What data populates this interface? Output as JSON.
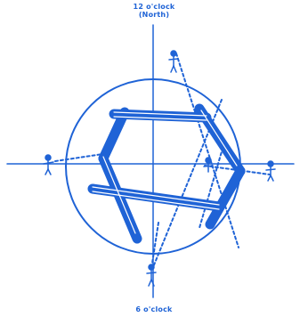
{
  "labels": {
    "top_line1": "12 o'clock",
    "top_line2": "(North)",
    "bottom": "6 o'clock"
  },
  "colors": {
    "ink": "#1f63d6",
    "background": "#ffffff"
  }
}
